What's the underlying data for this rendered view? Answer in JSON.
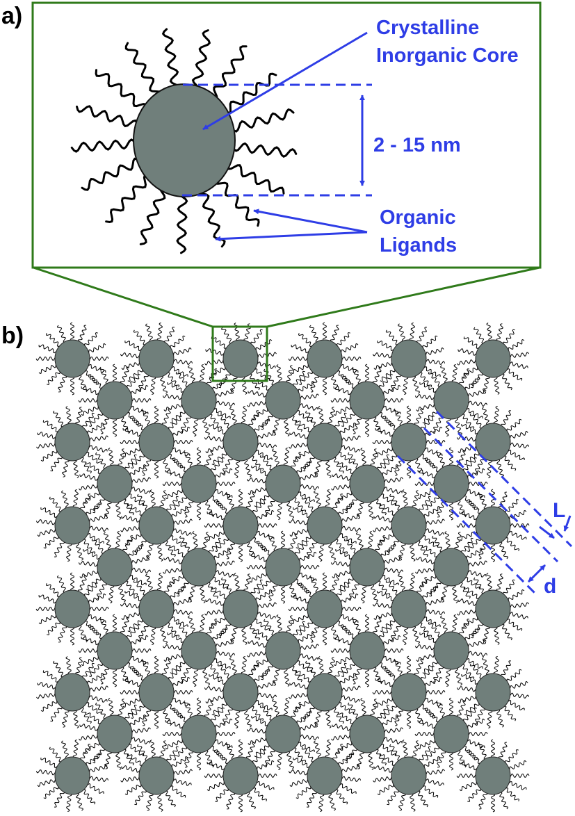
{
  "panel_a": {
    "label": "a)",
    "core_label_line1": "Crystalline",
    "core_label_line2": "Inorganic Core",
    "size_label": "2 - 15 nm",
    "ligand_label_line1": "Organic",
    "ligand_label_line2": "Ligands"
  },
  "panel_b": {
    "label": "b)",
    "distance_L": "L",
    "distance_d": "d"
  },
  "colors": {
    "annotation": "#2e3de6",
    "frame": "#2f7a1a",
    "core_fill": "#707f7b",
    "ligand": "#000000"
  }
}
